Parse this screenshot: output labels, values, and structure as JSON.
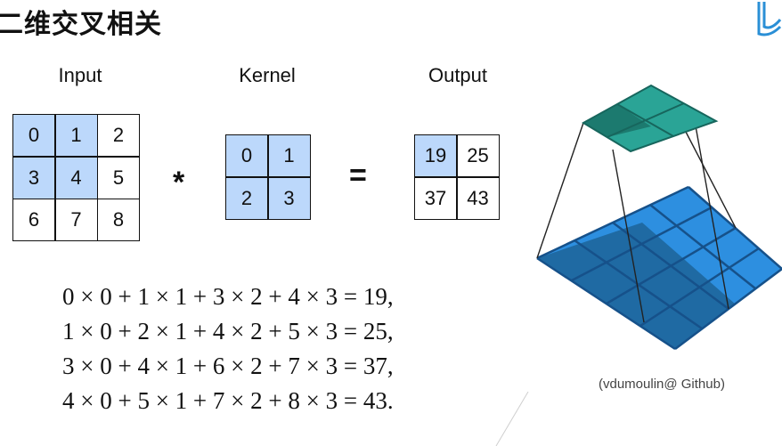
{
  "title": "二维交叉相关",
  "labels": {
    "input": "Input",
    "kernel": "Kernel",
    "output": "Output"
  },
  "operators": {
    "conv": "*",
    "equals": "="
  },
  "input_matrix": {
    "values": [
      "0",
      "1",
      "2",
      "3",
      "4",
      "5",
      "6",
      "7",
      "8"
    ],
    "highlight": [
      0,
      1,
      3,
      4
    ]
  },
  "kernel_matrix": {
    "values": [
      "0",
      "1",
      "2",
      "3"
    ],
    "highlight": [
      0,
      1,
      2,
      3
    ]
  },
  "output_matrix": {
    "values": [
      "19",
      "25",
      "37",
      "43"
    ],
    "highlight": [
      0
    ]
  },
  "equations": [
    "0 × 0 + 1 × 1 + 3 × 2 + 4 × 3 = 19,",
    "1 × 0 + 2 × 1 + 4 × 2 + 5 × 3 = 25,",
    "3 × 0 + 4 × 1 + 6 × 2 + 7 × 3 = 37,",
    "4 × 0 + 5 × 1 + 7 × 2 + 8 × 3 = 43."
  ],
  "credit": "(vdumoulin@ Github)",
  "colors": {
    "highlight": "#bcd8fb",
    "output_grid": "#2aa496",
    "input_grid_dark": "#1f6aa3",
    "input_grid_light": "#2d8fe0",
    "logo": "#2a8fd6"
  }
}
